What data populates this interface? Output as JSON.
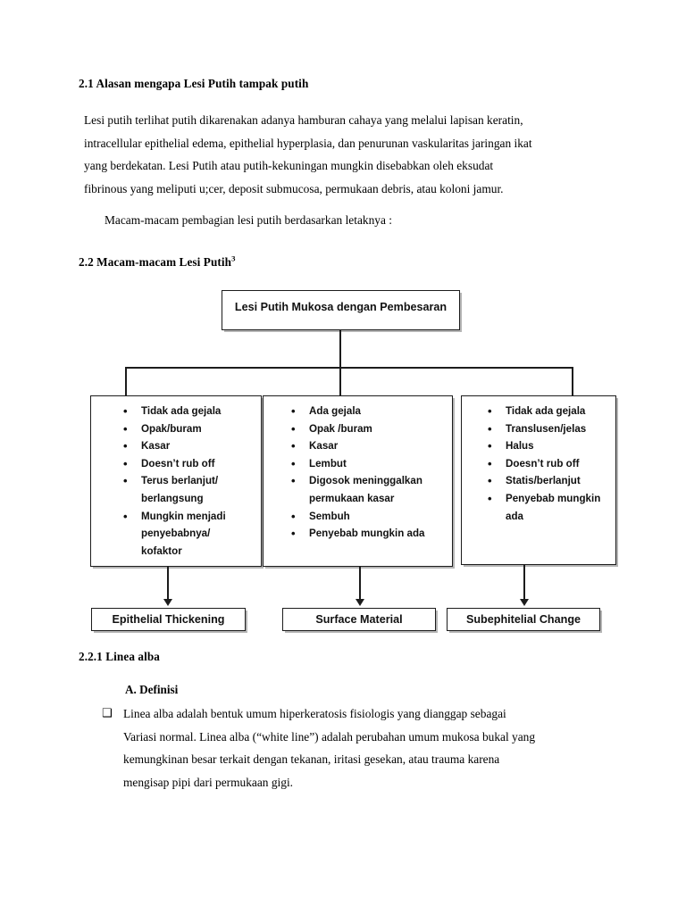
{
  "document": {
    "section_2_1": {
      "heading": "2.1 Alasan mengapa Lesi Putih tampak putih",
      "paragraph_lines": [
        "Lesi putih terlihat putih dikarenakan adanya hamburan cahaya yang melalui lapisan keratin,",
        "intracellular epithelial edema, epithelial hyperplasia, dan penurunan vaskularitas jaringan ikat",
        "yang berdekatan. Lesi Putih atau putih-kekuningan  mungkin disebabkan oleh eksudat",
        "fibrinous yang meliputi u;cer, deposit submucosa, permukaan debris, atau koloni jamur."
      ],
      "lead_in": "Macam-macam pembagian lesi putih berdasarkan letaknya :"
    },
    "section_2_2": {
      "heading_text": "2.2 Macam-macam Lesi Putih",
      "heading_superscript": "3"
    },
    "section_2_2_1": {
      "heading": "2.2.1 Linea alba",
      "subheading": "A.  Definisi",
      "bullet_glyph": "❑",
      "bullet_lines": [
        "Linea alba adalah bentuk umum hiperkeratosis fisiologis yang dianggap sebagai",
        "Variasi normal. Linea alba (“white line”) adalah perubahan umum mukosa bukal yang",
        "kemungkinan besar terkait dengan tekanan, iritasi gesekan, atau  trauma karena",
        "mengisap pipi dari permukaan gigi."
      ]
    }
  },
  "flowchart": {
    "root": {
      "label": "Lesi Putih Mukosa dengan Pembesaran"
    },
    "bullet_glyph": "•",
    "columns": [
      {
        "id": "epithelial-thickening",
        "items": [
          "Tidak ada gejala",
          "Opak/buram",
          "Kasar",
          "Doesn’t rub off",
          "Terus berlanjut/ berlangsung",
          "Mungkin menjadi penyebabnya/ kofaktor"
        ],
        "result": "Epithelial Thickening"
      },
      {
        "id": "surface-material",
        "items": [
          "Ada gejala",
          "Opak /buram",
          "Kasar",
          "Lembut",
          "Digosok meninggalkan permukaan kasar",
          "Sembuh",
          "Penyebab mungkin ada"
        ],
        "result": "Surface Material"
      },
      {
        "id": "subephitelial-change",
        "items": [
          "Tidak ada gejala",
          "Translusen/jelas",
          "Halus",
          "Doesn’t rub off",
          "Statis/berlanjut",
          "Penyebab mungkin ada"
        ],
        "result": "Subephitelial Change"
      }
    ]
  },
  "colors": {
    "page_background": "#ffffff",
    "text": "#000000",
    "stroke": "#1c1c1c",
    "shadow": "#787878"
  }
}
